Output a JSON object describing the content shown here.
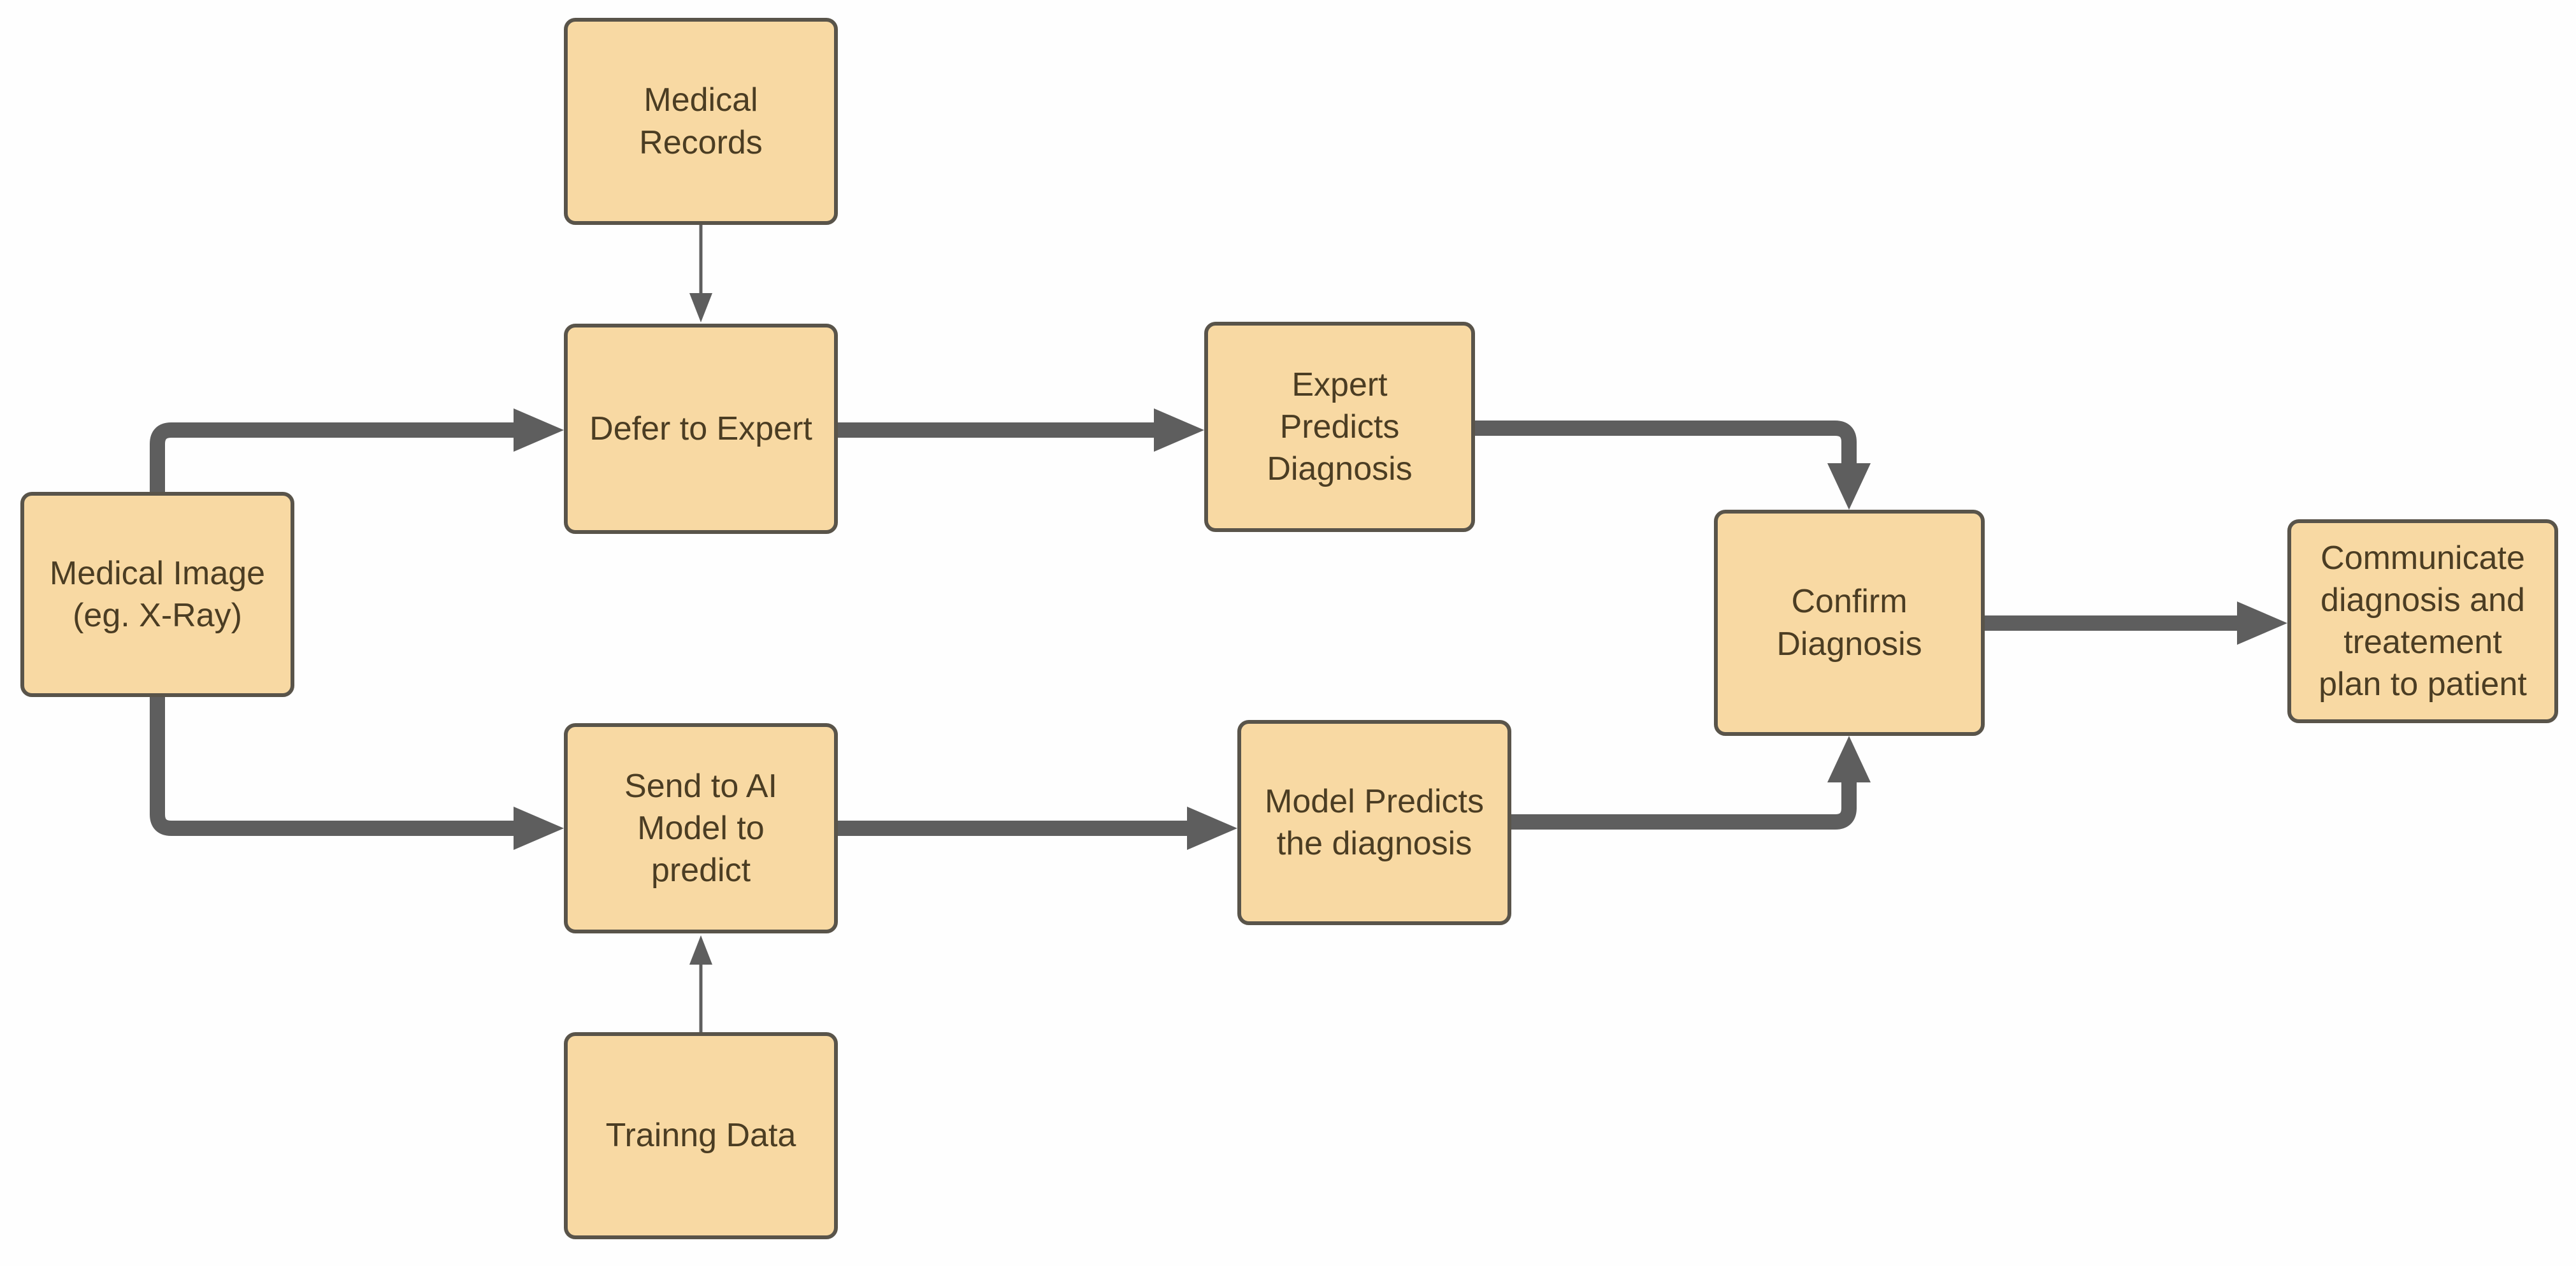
{
  "diagram": {
    "type": "flowchart",
    "colors": {
      "node_fill": "#f8d9a3",
      "node_border": "#59544a",
      "node_text": "#4b3d23",
      "connector": "#5e5e5e",
      "background": "#fefefe"
    },
    "nodes": [
      {
        "id": "medical-records",
        "label": "Medical\nRecords"
      },
      {
        "id": "medical-image",
        "label": "Medical Image\n(eg. X-Ray)"
      },
      {
        "id": "defer-to-expert",
        "label": "Defer to Expert"
      },
      {
        "id": "expert-predicts-diagnosis",
        "label": "Expert\nPredicts\nDiagnosis"
      },
      {
        "id": "send-to-ai-model",
        "label": "Send to AI\nModel to\npredict"
      },
      {
        "id": "model-predicts-diagnosis",
        "label": "Model Predicts\nthe diagnosis"
      },
      {
        "id": "confirm-diagnosis",
        "label": "Confirm\nDiagnosis"
      },
      {
        "id": "communicate-plan",
        "label": "Communicate\ndiagnosis and\ntreatement\nplan to patient"
      },
      {
        "id": "trainng-data",
        "label": "Trainng Data"
      }
    ],
    "edges": [
      {
        "from": "medical-records",
        "to": "defer-to-expert",
        "style": "thin"
      },
      {
        "from": "medical-image",
        "to": "defer-to-expert",
        "style": "thick"
      },
      {
        "from": "medical-image",
        "to": "send-to-ai-model",
        "style": "thick"
      },
      {
        "from": "defer-to-expert",
        "to": "expert-predicts-diagnosis",
        "style": "thick"
      },
      {
        "from": "expert-predicts-diagnosis",
        "to": "confirm-diagnosis",
        "style": "thick"
      },
      {
        "from": "send-to-ai-model",
        "to": "model-predicts-diagnosis",
        "style": "thick"
      },
      {
        "from": "model-predicts-diagnosis",
        "to": "confirm-diagnosis",
        "style": "thick"
      },
      {
        "from": "confirm-diagnosis",
        "to": "communicate-plan",
        "style": "thick"
      },
      {
        "from": "trainng-data",
        "to": "send-to-ai-model",
        "style": "thin"
      }
    ]
  }
}
